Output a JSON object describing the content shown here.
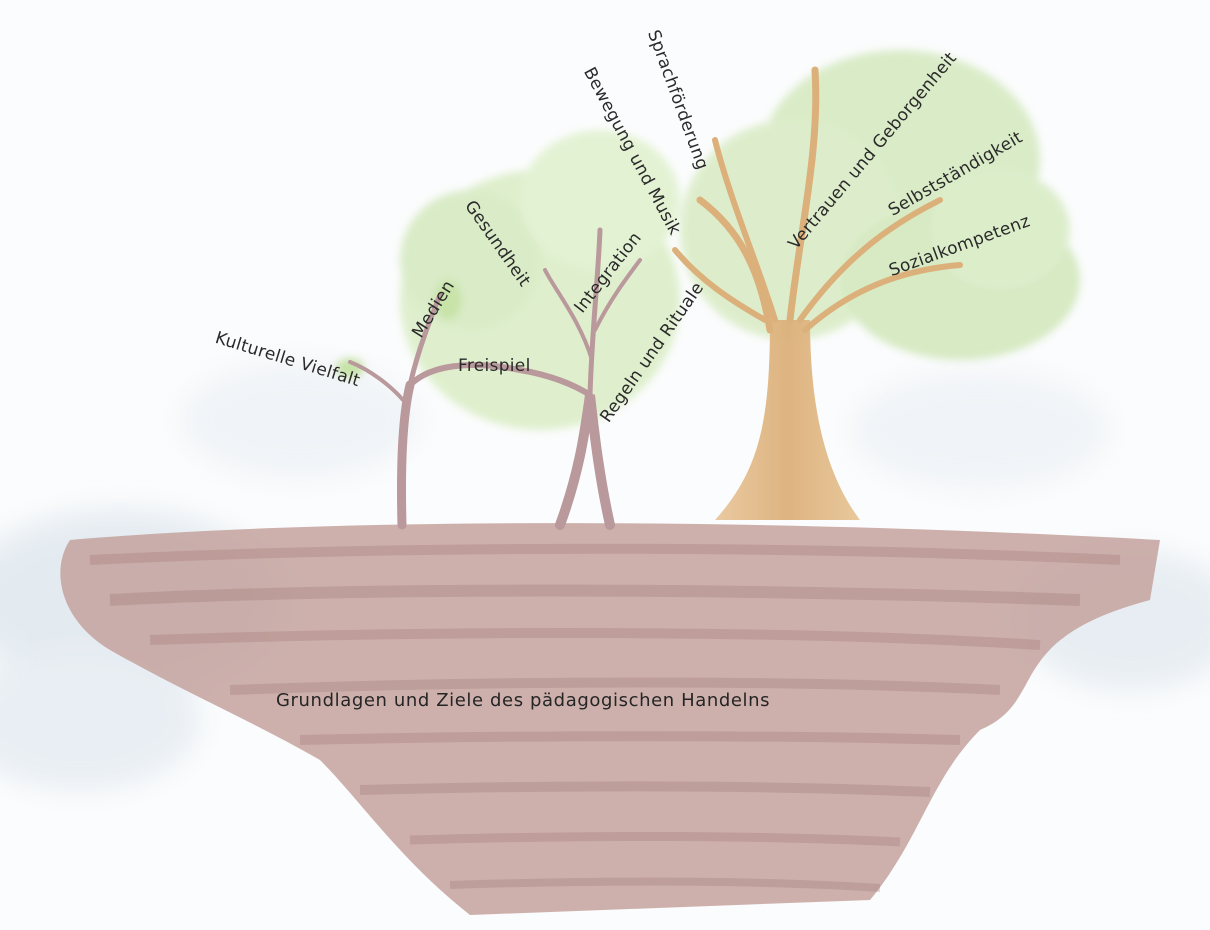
{
  "labels": {
    "kulturelle_vielfalt": "Kulturelle Vielfalt",
    "medien": "Medien",
    "freispiel": "Freispiel",
    "gesundheit": "Gesundheit",
    "integration": "Integration",
    "regeln_und_rituale": "Regeln und Rituale",
    "bewegung_und_musik": "Bewegung und Musik",
    "sprachfoerderung": "Sprachförderung",
    "vertrauen_und_geborgenheit": "Vertrauen und Geborgenheit",
    "selbststaendigkeit": "Selbstständigkeit",
    "sozialkompetenz": "Sozialkompetenz"
  },
  "ground_label": "Grundlagen und Ziele des pädagogischen Handelns",
  "colors": {
    "soil": "#b58e8a",
    "soil_dark": "#9a7371",
    "foliage": "#cfe6b6",
    "trunk_small": "#b9999c",
    "trunk_large": "#e0b786",
    "sky_wash": "#dfe7ee"
  }
}
